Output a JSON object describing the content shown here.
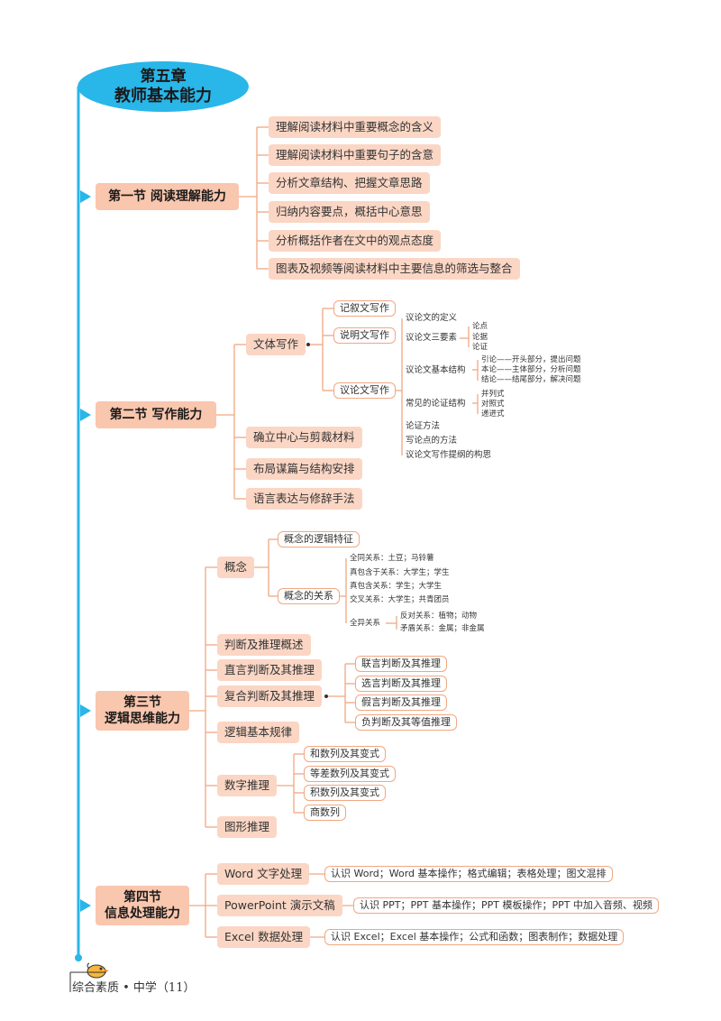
{
  "title": {
    "line1": "第五章",
    "line2": "教师基本能力"
  },
  "s1": {
    "label": "第一节  阅读理解能力",
    "items": [
      "理解阅读材料中重要概念的含义",
      "理解阅读材料中重要句子的含意",
      "分析文章结构、把握文章思路",
      "归纳内容要点，概括中心意思",
      "分析概括作者在文中的观点态度",
      "图表及视频等阅读材料中主要信息的筛选与整合"
    ]
  },
  "s2": {
    "label": "第二节  写作能力",
    "wenti": "文体写作",
    "jixu": "记叙文写作",
    "shuoming": "说明文写作",
    "yilun": "议论文写作",
    "yl_def": "议论文的定义",
    "yl_three": "议论文三要素",
    "three": [
      "论点",
      "论据",
      "论证"
    ],
    "yl_struct": "议论文基本结构",
    "struct": [
      "引论——开头部分，提出问题",
      "本论——主体部分，分析问题",
      "结论——结尾部分，解决问题"
    ],
    "yl_common": "常见的论证结构",
    "common": [
      "并列式",
      "对照式",
      "递进式"
    ],
    "yl_method": "论证方法",
    "yl_write": "写论点的方法",
    "yl_outline": "议论文写作提纲的构思",
    "others": [
      "确立中心与剪裁材料",
      "布局谋篇与结构安排",
      "语言表达与修辞手法"
    ]
  },
  "s3": {
    "line1": "第三节",
    "line2": "逻辑思维能力",
    "gainian": "概念",
    "gn_feature": "概念的逻辑特征",
    "gn_relation": "概念的关系",
    "relations": [
      "全同关系：土豆；马铃薯",
      "真包含于关系：大学生；学生",
      "真包含关系：学生；大学生",
      "交叉关系：大学生；共青团员"
    ],
    "quanyi": "全异关系",
    "quanyi_items": [
      "反对关系：植物；动物",
      "矛盾关系：金属；非金属"
    ],
    "panduan": "判断及推理概述",
    "zhiyan": "直言判断及其推理",
    "fuhe": "复合判断及其推理",
    "fuhe_items": [
      "联言判断及其推理",
      "选言判断及其推理",
      "假言判断及其推理",
      "负判断及其等值推理"
    ],
    "guilv": "逻辑基本规律",
    "shuzi": "数字推理",
    "shuzi_items": [
      "和数列及其变式",
      "等差数列及其变式",
      "积数列及其变式",
      "商数列"
    ],
    "tuxing": "图形推理"
  },
  "s4": {
    "line1": "第四节",
    "line2": "信息处理能力",
    "word": "Word 文字处理",
    "word_desc": "认识 Word；Word 基本操作；格式编辑；表格处理；图文混排",
    "ppt": "PowerPoint 演示文稿",
    "ppt_desc": "认识 PPT；PPT 基本操作；PPT 模板操作；PPT 中加入音频、视频",
    "excel": "Excel 数据处理",
    "excel_desc": "认识 Excel；Excel 基本操作；公式和函数；图表制作；数据处理"
  },
  "footer": "综合素质 • 中学（11）",
  "colors": {
    "accent": "#29b6e8",
    "section_fill": "#f9c6ae",
    "sub_fill": "#fbd6c4",
    "line": "#f0a882"
  }
}
